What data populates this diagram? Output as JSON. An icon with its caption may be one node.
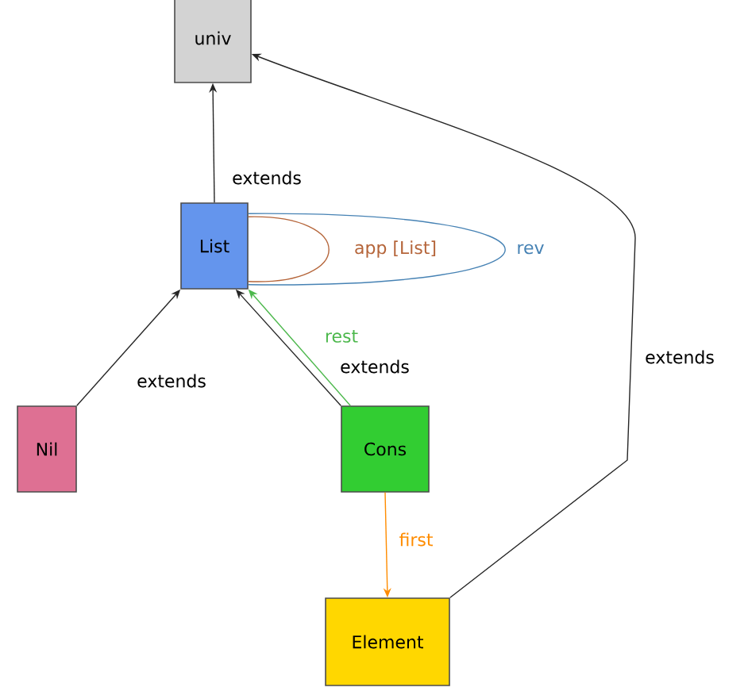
{
  "diagram": {
    "nodes": [
      {
        "text": [
          "univ"
        ]
      },
      {
        "text": [
          "List"
        ]
      },
      {
        "text": [
          "Nil"
        ]
      },
      {
        "text": [
          "Cons"
        ]
      },
      {
        "text": [
          "Element"
        ]
      }
    ],
    "edges": [
      {
        "from": 1,
        "to": 0,
        "arrow": "to",
        "label": "extends"
      },
      {
        "from": 1,
        "to": 1,
        "arrow": "none",
        "label": "app [List]",
        "color": "#b5653a"
      },
      {
        "from": 1,
        "to": 1,
        "arrow": "none",
        "label": "rev",
        "color": "#4682b4"
      },
      {
        "from": 2,
        "to": 1,
        "arrow": "to",
        "label": "extends"
      },
      {
        "from": 3,
        "to": 1,
        "arrow": "to",
        "label": "rest",
        "color": "#4cb84c"
      },
      {
        "from": 3,
        "to": 1,
        "arrow": "to",
        "label": "extends"
      },
      {
        "from": 3,
        "to": 4,
        "arrow": "to",
        "label": "first",
        "color": "#ff8c00"
      },
      {
        "from": 4,
        "to": 0,
        "arrow": "to",
        "label": "extends"
      }
    ]
  }
}
